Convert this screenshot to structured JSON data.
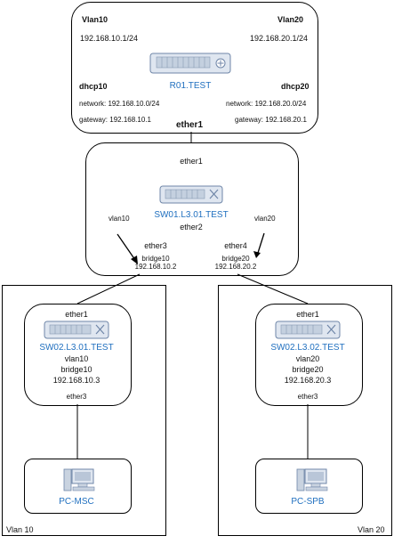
{
  "router": {
    "vlan10_title": "Vlan10",
    "vlan10_ip": "192.168.10.1/24",
    "vlan20_title": "Vlan20",
    "vlan20_ip": "192.168.20.1/24",
    "device_name": "R01.TEST",
    "dhcp10_title": "dhcp10",
    "dhcp10_network": "network: 192.168.10.0/24",
    "dhcp10_gateway": "gateway: 192.168.10.1",
    "dhcp20_title": "dhcp20",
    "dhcp20_network": "network: 192.168.20.0/24",
    "dhcp20_gateway": "gateway: 192.168.20.1",
    "link_label": "ether1"
  },
  "core_switch": {
    "uplink": "ether1",
    "device_name": "SW01.L3.01.TEST",
    "port2": "ether2",
    "vlan10": "vlan10",
    "vlan20": "vlan20",
    "port3": "ether3",
    "bridge10": "bridge10",
    "bridge10_ip": "192.168.10.2",
    "port4": "ether4",
    "bridge20": "bridge20",
    "bridge20_ip": "192.168.20.2"
  },
  "zone_left": {
    "label": "Vlan 10",
    "switch": {
      "uplink": "ether1",
      "device_name": "SW02.L3.01.TEST",
      "vlan": "vlan10",
      "bridge": "bridge10",
      "ip": "192.168.10.3",
      "downlink": "ether3"
    },
    "pc_name": "PC-MSC"
  },
  "zone_right": {
    "label": "Vlan 20",
    "switch": {
      "uplink": "ether1",
      "device_name": "SW02.L3.02.TEST",
      "vlan": "vlan20",
      "bridge": "bridge20",
      "ip": "192.168.20.3",
      "downlink": "ether3"
    },
    "pc_name": "PC-SPB"
  },
  "colors": {
    "device_blue": "#1f6fbf",
    "device_body": "#dfe6f0",
    "device_edge": "#6f86a8"
  }
}
